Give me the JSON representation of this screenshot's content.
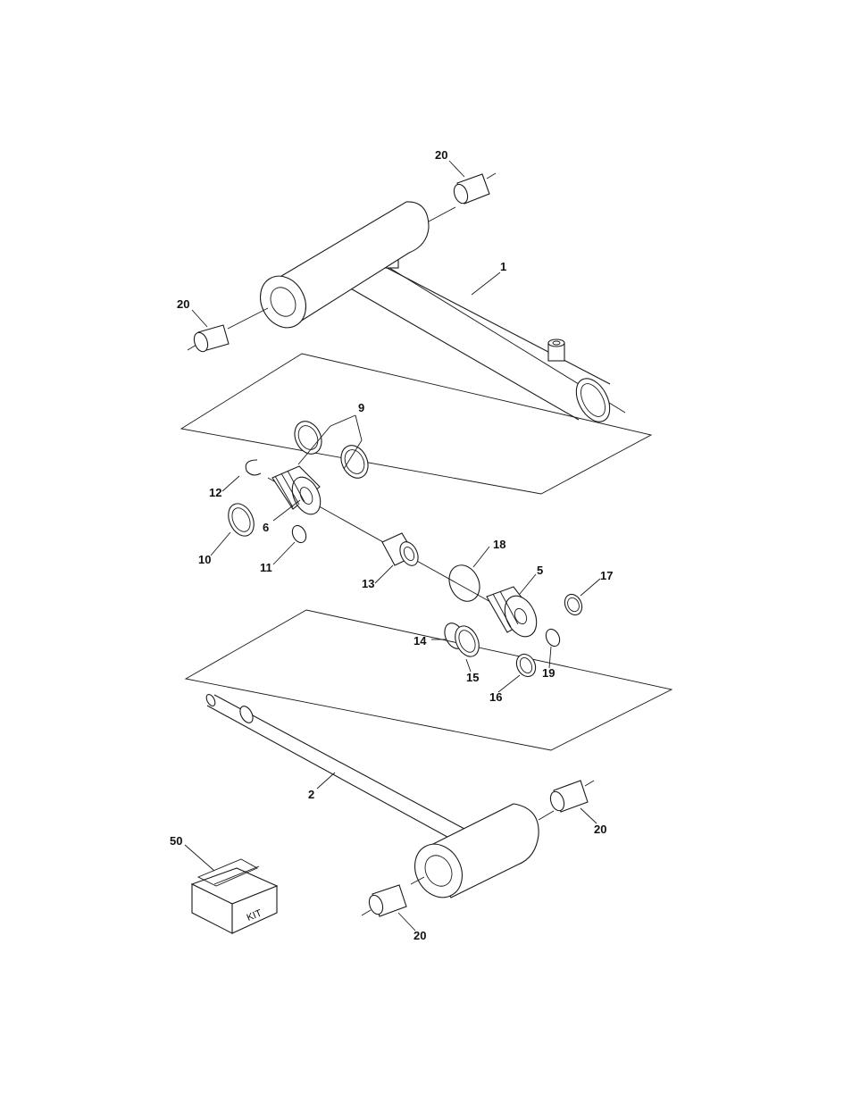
{
  "callouts": {
    "c20a": "20",
    "c1": "1",
    "c20b": "20",
    "c9": "9",
    "c12": "12",
    "c6": "6",
    "c10": "10",
    "c11": "11",
    "c13": "13",
    "c18": "18",
    "c5": "5",
    "c17": "17",
    "c14": "14",
    "c15": "15",
    "c19": "19",
    "c16": "16",
    "c2": "2",
    "c20c": "20",
    "c50": "50",
    "c20d": "20"
  },
  "kit_label": "KIT"
}
